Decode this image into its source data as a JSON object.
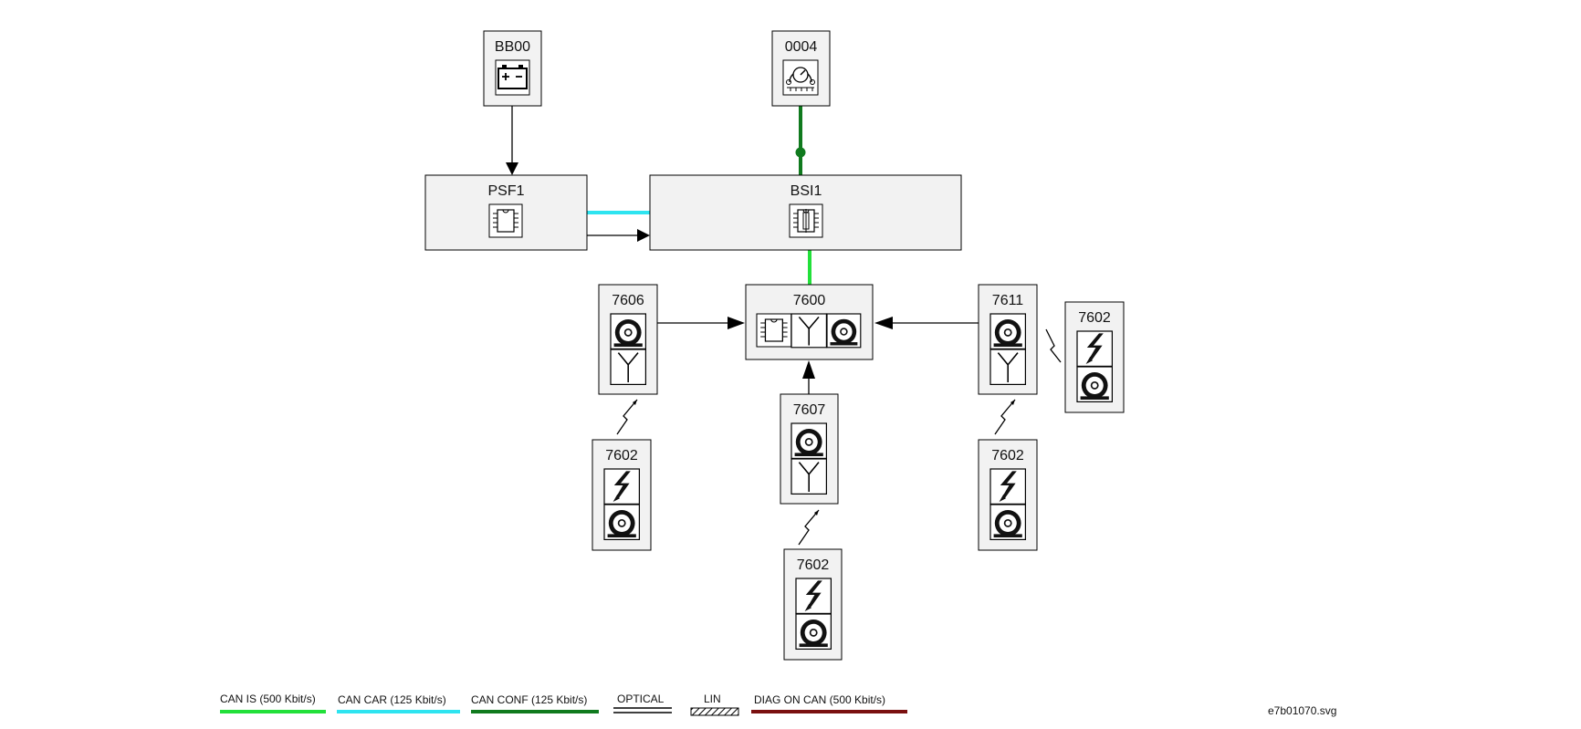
{
  "modules": {
    "bb00": "BB00",
    "m0004": "0004",
    "psf1": "PSF1",
    "bsi1": "BSI1",
    "m7600": "7600",
    "m7606": "7606",
    "m7611": "7611",
    "m7607": "7607",
    "m7602_left": "7602",
    "m7602_mid": "7602",
    "m7602_rightbottom": "7602",
    "m7602_rightside": "7602"
  },
  "legend": [
    {
      "label": "CAN IS (500 Kbit/s)",
      "color": "#22e03a",
      "style": "solid"
    },
    {
      "label": "CAN CAR (125 Kbit/s)",
      "color": "#2ee4f0",
      "style": "solid"
    },
    {
      "label": "CAN CONF (125 Kbit/s)",
      "color": "#107a1e",
      "style": "solid"
    },
    {
      "label": "OPTICAL",
      "color": "#000000",
      "style": "double"
    },
    {
      "label": "LIN",
      "color": "#000000",
      "style": "hatched"
    },
    {
      "label": "DIAG ON CAN  (500 Kbit/s)",
      "color": "#7a1010",
      "style": "solid"
    }
  ],
  "filename": "e7b01070.svg",
  "colors": {
    "box_fill": "#f2f2f2",
    "stroke": "#000000",
    "can_is": "#22e03a",
    "can_car": "#2ee4f0",
    "can_conf": "#107a1e"
  }
}
